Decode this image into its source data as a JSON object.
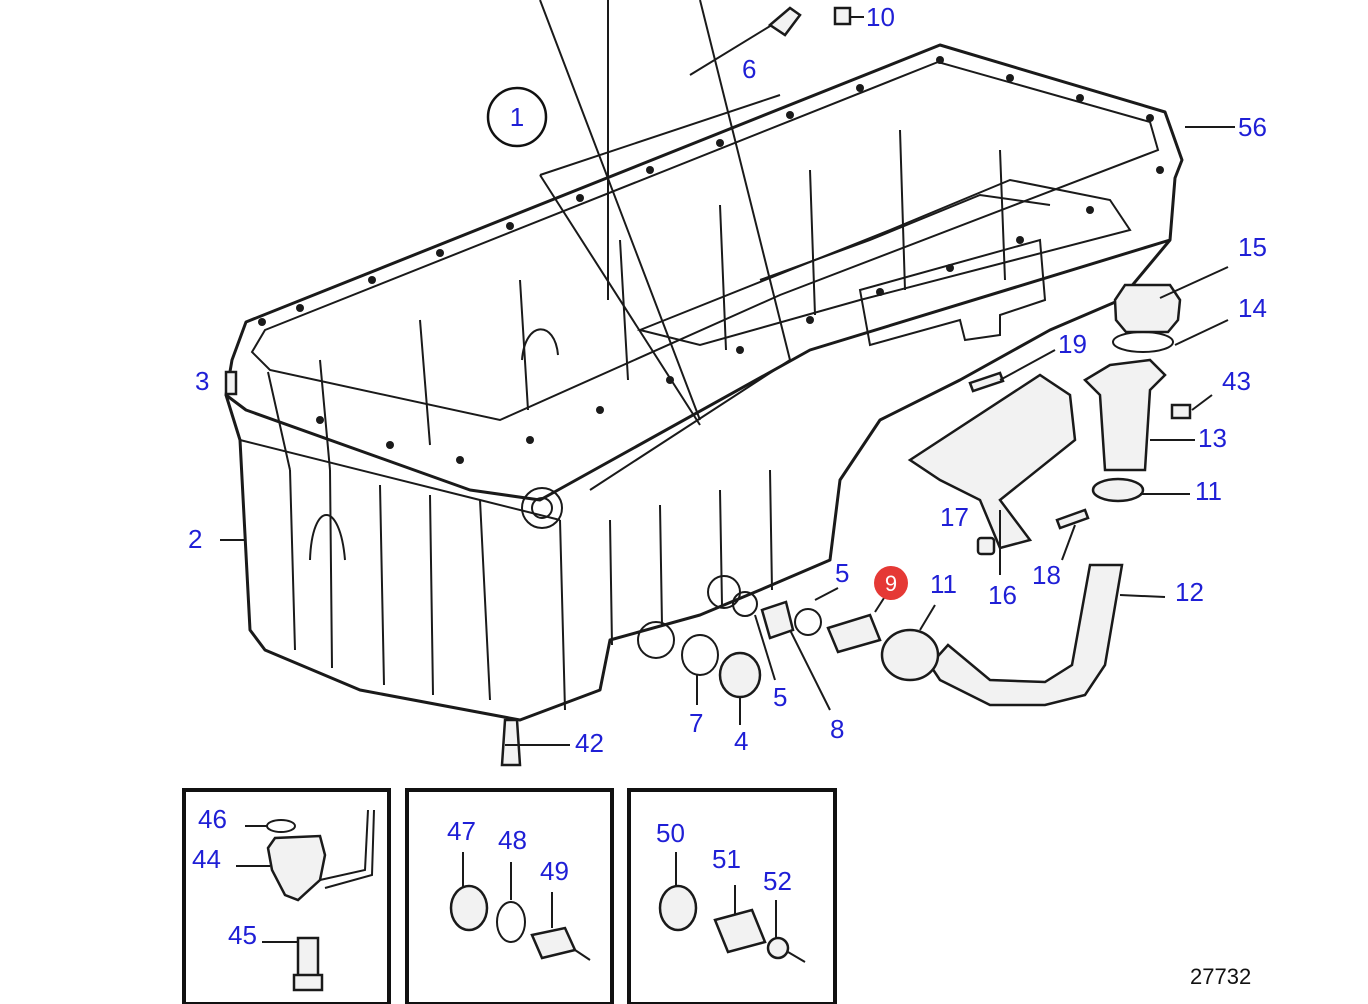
{
  "drawing": {
    "reference_number": "27732",
    "detail_circle_label": "1",
    "highlight_color": "#e53935",
    "label_color": "#1f1fd6"
  },
  "callouts": {
    "c10": "10",
    "c6": "6",
    "c56": "56",
    "c15": "15",
    "c14": "14",
    "c19": "19",
    "c43": "43",
    "c13": "13",
    "c3": "3",
    "c11a": "11",
    "c17": "17",
    "c2": "2",
    "c16": "16",
    "c18": "18",
    "c5a": "5",
    "c9": "9",
    "c11b": "11",
    "c12": "12",
    "c7": "7",
    "c4": "4",
    "c5b": "5",
    "c8": "8",
    "c42": "42",
    "c46": "46",
    "c44": "44",
    "c45": "45",
    "c47": "47",
    "c48": "48",
    "c49": "49",
    "c50": "50",
    "c51": "51",
    "c52": "52"
  },
  "selected_callout": "9"
}
